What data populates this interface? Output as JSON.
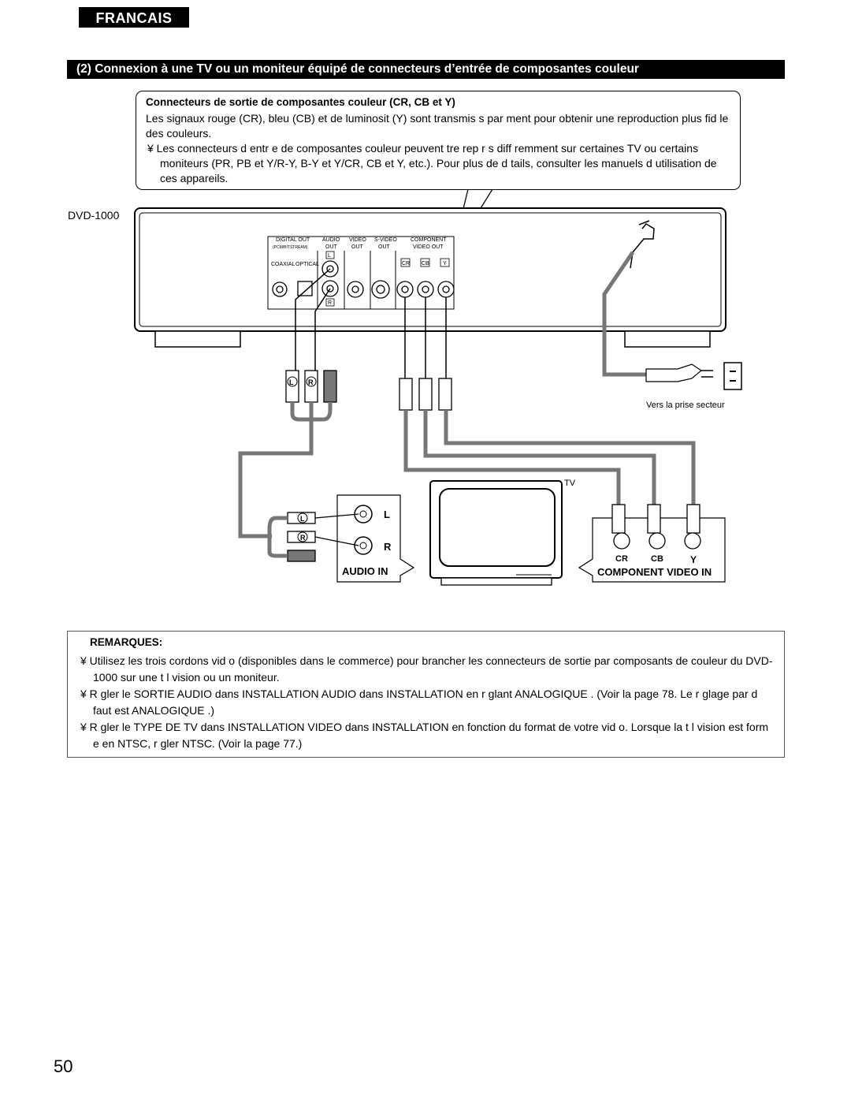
{
  "header": {
    "language_tab": "FRANCAIS",
    "section_title": "(2) Connexion à une TV ou un moniteur équipé de connecteurs d’entrée de composantes couleur"
  },
  "callout": {
    "title": "Connecteurs de sortie de composantes couleur (CR, CB et Y)",
    "text": "Les signaux rouge (CR), bleu (CB) et de luminosit (Y) sont transmis s par ment pour obtenir une reproduction plus fid le des couleurs.",
    "bullet": "¥ Les connecteurs d entr e de composantes couleur peuvent tre rep r s diff remment sur certaines TV ou certains moniteurs (PR, PB et Y/R-Y, B-Y et Y/CR, CB et Y, etc.). Pour plus de d tails, consulter les manuels d utilisation de ces appareils."
  },
  "diagram": {
    "device_label": "DVD-1000",
    "panel_labels": {
      "digital_out": "DIGITAL OUT",
      "pcm": "(PCM/BITSTREAM)",
      "audio_out": "AUDIO",
      "audio_out2": "OUT",
      "video_out": "VIDEO",
      "video_out2": "OUT",
      "svideo": "S-VIDEO",
      "svideo2": "OUT",
      "component": "COMPONENT",
      "component2": "VIDEO OUT",
      "coaxial": "COAXIAL",
      "optical": "OPTICAL",
      "L": "L",
      "R": "R",
      "cr": "CR",
      "cb": "CB",
      "y": "Y"
    },
    "plug_L": "L",
    "plug_R": "R",
    "outlet_label": "Vers la prise secteur",
    "tv_label": "TV",
    "audio_in_label": "AUDIO IN",
    "audio_L": "L",
    "audio_R": "R",
    "component_in_label": "COMPONENT VIDEO IN",
    "comp_cr": "CR",
    "comp_cb": "CB",
    "comp_y": "Y"
  },
  "remarks": {
    "title": "REMARQUES:",
    "items": [
      "¥ Utilisez les trois cordons vid o (disponibles dans le commerce) pour brancher les connecteurs de sortie par composants de couleur du DVD-1000 sur une t l vision ou un moniteur.",
      "¥ R gler le SORTIE AUDIO dans INSTALLATION AUDIO dans INSTALLATION en r glant ANALOGIQUE . (Voir la page 78. Le r glage par d faut est ANALOGIQUE .)",
      "¥ R gler le TYPE DE TV dans INSTALLATION VIDEO dans INSTALLATION en fonction du format de votre vid o. Lorsque la t l vision est form e en NTSC, r gler NTSC. (Voir la page 77.)"
    ]
  },
  "page_number": "50"
}
